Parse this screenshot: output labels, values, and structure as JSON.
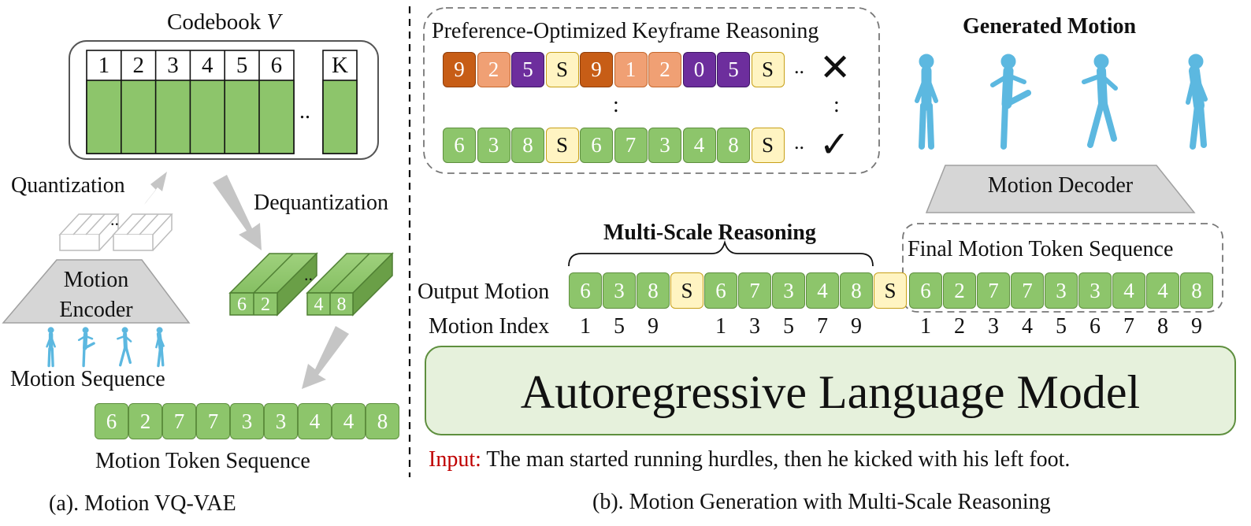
{
  "panel_a": {
    "codebook_label": "Codebook ",
    "codebook_var": "V",
    "codebook_indices": [
      "1",
      "2",
      "3",
      "4",
      "5",
      "6",
      "K"
    ],
    "codebook_dots": "..",
    "quantization": "Quantization",
    "dequantization": "Dequantization",
    "encoder_line1": "Motion",
    "encoder_line2": "Encoder",
    "motion_sequence": "Motion Sequence",
    "latent_left": [
      "6",
      "2"
    ],
    "latent_right": [
      "4",
      "8"
    ],
    "latent_dots": "..",
    "quant_dots": "..",
    "token_sequence": [
      "6",
      "2",
      "7",
      "7",
      "3",
      "3",
      "4",
      "4",
      "8"
    ],
    "token_sequence_label": "Motion Token Sequence",
    "caption": "(a). Motion VQ-VAE"
  },
  "panel_b": {
    "pref_title": "Preference-Optimized  Keyframe  Reasoning",
    "rejected_tokens": [
      {
        "t": "9",
        "c": "c1"
      },
      {
        "t": "2",
        "c": "c2"
      },
      {
        "t": "5",
        "c": "c3"
      },
      {
        "t": "S",
        "c": "s"
      },
      {
        "t": "9",
        "c": "c1"
      },
      {
        "t": "1",
        "c": "c2"
      },
      {
        "t": "2",
        "c": "c2"
      },
      {
        "t": "0",
        "c": "c3"
      },
      {
        "t": "5",
        "c": "c3"
      },
      {
        "t": "S",
        "c": "s"
      }
    ],
    "accepted_tokens": [
      "6",
      "3",
      "8",
      "S",
      "6",
      "7",
      "3",
      "4",
      "8",
      "S"
    ],
    "row_dots": "..",
    "reject_mark": "✕",
    "accept_mark": "✓",
    "vdots": ":",
    "generated_motion": "Generated Motion",
    "motion_decoder": "Motion Decoder",
    "multi_scale": "Multi-Scale  Reasoning",
    "final_seq_label": "Final  Motion  Token  Sequence",
    "output_motion_label": "Output Motion",
    "output_tokens": [
      "6",
      "3",
      "8",
      "S",
      "6",
      "7",
      "3",
      "4",
      "8",
      "S"
    ],
    "final_tokens": [
      "6",
      "2",
      "7",
      "7",
      "3",
      "3",
      "4",
      "4",
      "8"
    ],
    "motion_index_label": "Motion Index",
    "motion_index_left": [
      "1",
      "5",
      "9",
      "",
      "1",
      "3",
      "5",
      "7",
      "9"
    ],
    "motion_index_right": [
      "1",
      "2",
      "3",
      "4",
      "5",
      "6",
      "7",
      "8",
      "9"
    ],
    "model_label": "Autoregressive Language Model",
    "input_label": "Input:",
    "input_text": " The man started running hurdles, then he kicked with his left foot.",
    "caption": "(b). Motion Generation with Multi-Scale Reasoning"
  },
  "colors": {
    "token_green": "#8dc56b",
    "token_border": "#5e8f3e",
    "special_token": "#fff4c2",
    "model_fill": "#e6f1dc",
    "figure_blue": "#5cb8e0",
    "input_red": "#c00000",
    "gray": "#c8c8c8"
  }
}
